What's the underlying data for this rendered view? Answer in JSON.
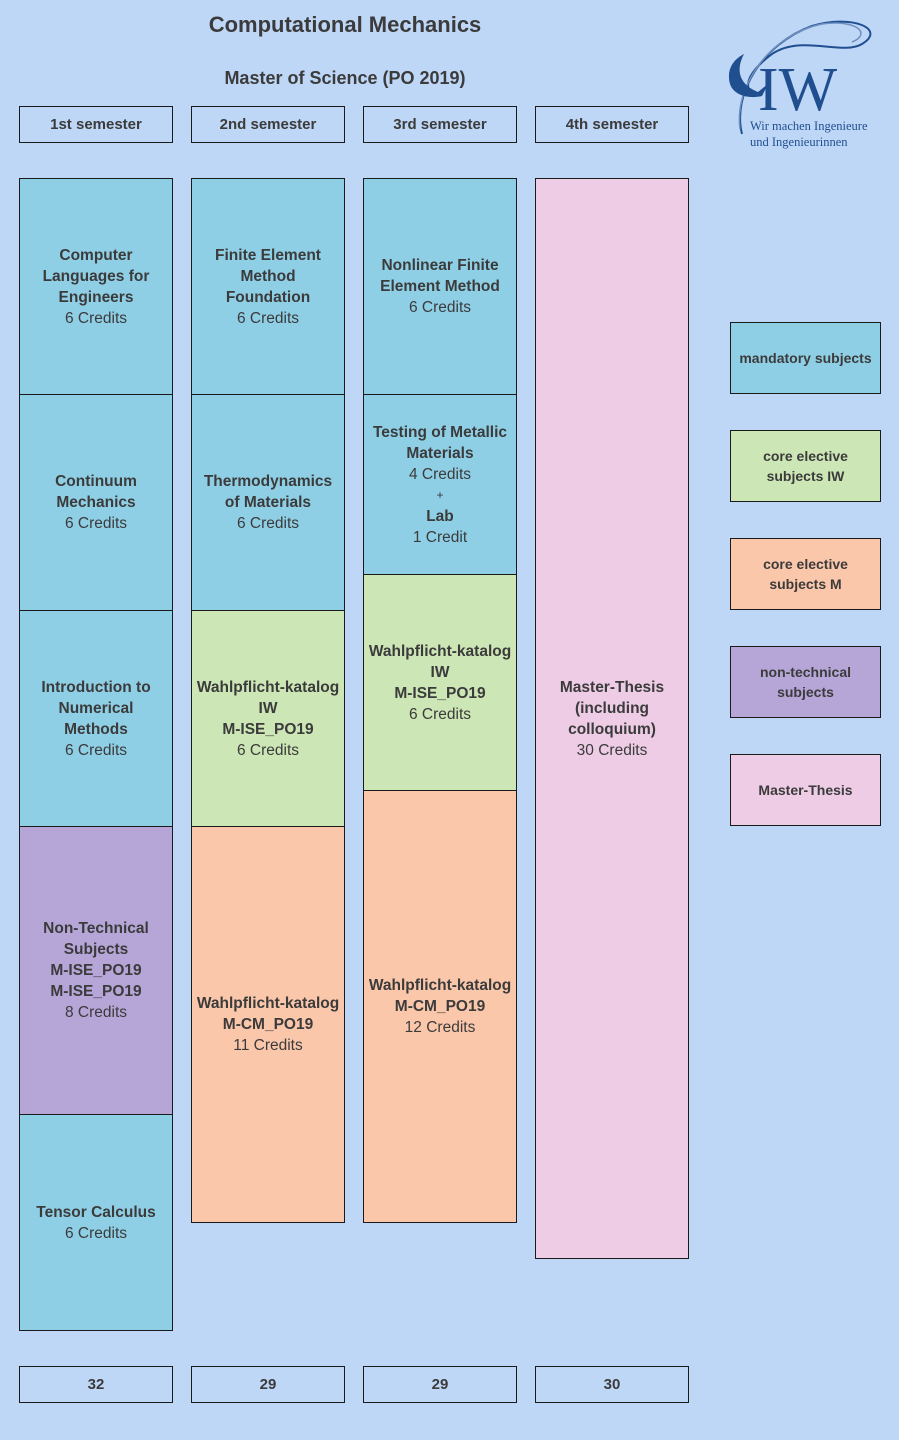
{
  "header": {
    "title": "Computational Mechanics",
    "subtitle": "Master of Science (PO 2019)"
  },
  "logo": {
    "letters": "IW",
    "tagline_line1": "Wir machen Ingenieure",
    "tagline_line2": "und Ingenieurinnen",
    "color": "#1f4f8f"
  },
  "colors": {
    "background": "#bfd7f7",
    "mandatory": "#8fcfe6",
    "core_elective_iw": "#cde6b6",
    "core_elective_m": "#fbc7ab",
    "non_technical": "#b6a6d8",
    "master_thesis": "#eecce5"
  },
  "semesters": [
    {
      "label": "1st semester",
      "total": "32"
    },
    {
      "label": "2nd semester",
      "total": "29"
    },
    {
      "label": "3rd semester",
      "total": "29"
    },
    {
      "label": "4th semester",
      "total": "30"
    }
  ],
  "modules": {
    "s1": [
      {
        "title_lines": [
          "Computer",
          "Languages for",
          "Engineers"
        ],
        "credits": "6 Credits",
        "category": "mandatory"
      },
      {
        "title_lines": [
          "Continuum",
          "Mechanics"
        ],
        "credits": "6 Credits",
        "category": "mandatory"
      },
      {
        "title_lines": [
          "Introduction to",
          "Numerical",
          "Methods"
        ],
        "credits": "6 Credits",
        "category": "mandatory"
      },
      {
        "title_lines": [
          "Non-Technical",
          "Subjects",
          "M-ISE_PO19",
          "M-ISE_PO19"
        ],
        "credits": "8 Credits",
        "category": "non_technical"
      },
      {
        "title_lines": [
          "Tensor Calculus"
        ],
        "credits": "6 Credits",
        "category": "mandatory"
      }
    ],
    "s2": [
      {
        "title_lines": [
          "Finite Element",
          "Method",
          "Foundation"
        ],
        "credits": "6 Credits",
        "category": "mandatory"
      },
      {
        "title_lines": [
          "Thermodynamics",
          "of Materials"
        ],
        "credits": "6 Credits",
        "category": "mandatory"
      },
      {
        "title_lines": [
          "Wahlpflicht-katalog",
          "IW",
          "M-ISE_PO19"
        ],
        "credits": "6 Credits",
        "category": "core_elective_iw"
      },
      {
        "title_lines": [
          "Wahlpflicht-katalog",
          "M-CM_PO19"
        ],
        "credits": "11 Credits",
        "category": "core_elective_m"
      }
    ],
    "s3": [
      {
        "title_lines": [
          "Nonlinear Finite",
          "Element Method"
        ],
        "credits": "6 Credits",
        "category": "mandatory"
      },
      {
        "title_lines": [
          "Testing of Metallic",
          "Materials"
        ],
        "credits": "4 Credits",
        "plus": "+",
        "extra_title": "Lab",
        "extra_credits": "1 Credit",
        "category": "mandatory"
      },
      {
        "title_lines": [
          "Wahlpflicht-katalog",
          "IW",
          "M-ISE_PO19"
        ],
        "credits": "6 Credits",
        "category": "core_elective_iw"
      },
      {
        "title_lines": [
          "Wahlpflicht-katalog",
          "M-CM_PO19"
        ],
        "credits": "12 Credits",
        "category": "core_elective_m"
      }
    ],
    "s4": [
      {
        "title_lines": [
          "Master-Thesis",
          "(including",
          "colloquium)"
        ],
        "credits": "30 Credits",
        "category": "master_thesis"
      }
    ]
  },
  "legend": [
    {
      "label": "mandatory subjects"
    },
    {
      "label": "core elective subjects IW"
    },
    {
      "label": "core elective subjects M"
    },
    {
      "label": "non-technical subjects"
    },
    {
      "label": "Master-Thesis"
    }
  ]
}
